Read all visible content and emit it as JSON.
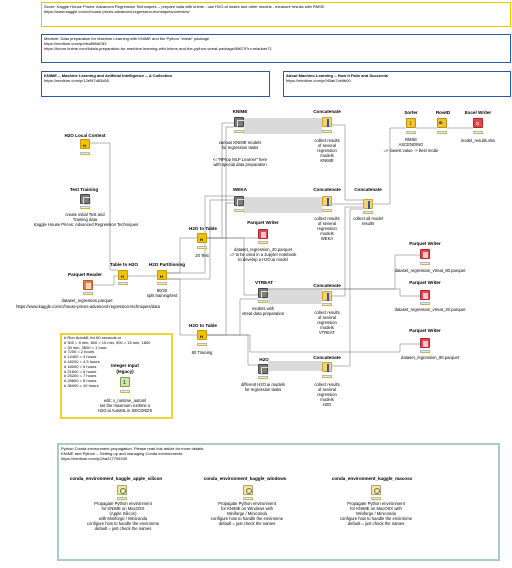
{
  "annotations": {
    "score": {
      "line1": "Score: Kaggle House Prices: Advanced Regression Techniques   -- prepare data with knime - use H2O.ai nodes and other models - measure results with RMSE",
      "line2": "https://www.kaggle.com/c/house-prices-advanced-regression-techniques/overview"
    },
    "medium": {
      "line1": "Medium: Data preparation for Machine Learning with KNIME and the Python \"vtreat\" package",
      "line2": "https://medium.com/p/efcaf58fa783",
      "line3": "https://forum.knime.com/t/data-preparation-for-machine-learning-with-knime-and-the-python-vtreat-package/58679?u=mlauber71"
    },
    "collection": {
      "line1": "KNIME -- Machine Learning and Artificial Intelligence -- A Collection",
      "line2": "https://medium.com/p/12e0f7d83d50"
    },
    "about": {
      "line1": "About Machine-Learning -- How it Fails and Succeeds",
      "line2": "https://medium.com/p/9f3ab7cb9b00"
    },
    "automl": {
      "lines": [
        "# Run AutoML for 60 seconds or",
        "# 300 = 5 min, 600 = 10 min, 900 = 15 min, 1800",
        "= 30 min, 3600 = 1 hour,",
        "# 7200 = 2 hours",
        "# 14400 = 4 hours",
        "# 18200 = 4.5 hours",
        "# 18000 = 5 hours",
        "# 21600 = 6 hours",
        "# 25200 = 7 hours",
        "# 28800 = 8 hours",
        "# 36000 = 10 hours"
      ]
    },
    "conda": {
      "line1": "Python Conda environment propagation. Please read this article for more details:",
      "line2": "KNIME and Python -- Setting up and managing Conda environments",
      "line3": "https://medium.com/p/2ba217799339"
    }
  },
  "nodes": {
    "h2o_local": {
      "title": "H2O Local Context"
    },
    "test_training": {
      "title": "Test Training",
      "label1": "create initial Test and",
      "label2": "Training data",
      "label3": "Kaggle House Prices: Advanced Regression Techniques"
    },
    "parquet_reader": {
      "title": "Parquet Reader",
      "label1": "dataset_regression.parquet",
      "label2": "https://www.kaggle.com/c/house-prices-advanced-regression-techniques/data"
    },
    "table_to_h2o": {
      "title": "Table to H2O"
    },
    "h2o_partitioning": {
      "title": "H2O Partitioning",
      "label1": "80/20",
      "label2": "split training/test"
    },
    "knime": {
      "title": "KNIME",
      "label1": "various KNIME models",
      "label2": "for regression tasks",
      "label3": "<=\"RProp MLP Learner\" here",
      "label4": "with special data preparation"
    },
    "weka": {
      "title": "WEKA"
    },
    "parquet_writer_mid": {
      "title": "Parquet Writer",
      "label1": "dataset_regression_20.parquet",
      "label2": "=> to be used in a Jupyter notebook",
      "label3": "to develop a H2O.ai model"
    },
    "h2o_to_table_1": {
      "title": "H2O to Table",
      "label1": "20 Test"
    },
    "h2o_to_table_2": {
      "title": "H2O to Table",
      "label1": "80 Training"
    },
    "vtreat": {
      "title": "VTREAT",
      "label1": "models with",
      "label2": "vtreat data preparation"
    },
    "h2o": {
      "title": "H2O",
      "label1": "different H2O.ai models",
      "label2": "for regression tasks"
    },
    "integer_input": {
      "title": "Integer Input",
      "title2": "(legacy)",
      "label1": "edit: v_runtime_automl",
      "label2": "set the maximum runtime o",
      "label3": "H2O.ai AutoML in SECONDS"
    },
    "concat_knime": {
      "title": "Concatenate",
      "label": [
        "collect results",
        "of several",
        "regression",
        "models",
        "KNIME"
      ]
    },
    "concat_weka": {
      "title": "Concatenate",
      "label": [
        "collect results",
        "of several",
        "regression",
        "models",
        "WEKA"
      ]
    },
    "concat_all": {
      "title": "Concatenate",
      "label": [
        "collect all model",
        "results"
      ]
    },
    "concat_vtreat": {
      "title": "Concatenate",
      "label": [
        "collect results",
        "of several",
        "regression",
        "models",
        "VTREAT"
      ]
    },
    "concat_h2o": {
      "title": "Concatenate",
      "label": [
        "collect results",
        "of several",
        "regression",
        "models",
        "H2O"
      ]
    },
    "sorter": {
      "title": "Sorter",
      "label1": "RMSE",
      "label2": "ASCENDING",
      "label3": "=> lowest value -> best mode"
    },
    "rowid": {
      "title": "RowID"
    },
    "excel_writer": {
      "title": "Excel Writer",
      "label1": "model_results.xlsx"
    },
    "pw_vtreat_80": {
      "title": "Parquet Writer",
      "label1": "dataset_regression_vtreat_80.parquet"
    },
    "pw_vtreat_20": {
      "title": "Parquet Writer",
      "label1": "dataset_regression_vtreat_20.parquet"
    },
    "pw_80": {
      "title": "Parquet Writer",
      "label1": "dataset_regression_80.parquet"
    },
    "conda_apple": {
      "title": "conda_environment_kaggle_apple_silicon",
      "label": [
        "Propagate Python environment",
        "for KNIME on MacOSX",
        "(Apple Silicon)",
        "with Miniforge / Miniconda",
        "configure how to handle the environme",
        "default = just check the names"
      ]
    },
    "conda_windows": {
      "title": "conda_environment_kaggle_windows",
      "label": [
        "Propagate Python environment",
        "for KNIME on Windows with",
        "Miniforge / Miniconda",
        "configure how to handle the environme",
        "default = just check the names"
      ]
    },
    "conda_macosx": {
      "title": "conda_environment_kaggle_macosx",
      "label": [
        "Propagate Python environment",
        "for KNIME on MacOSX with",
        "Miniforge / Miniconda",
        "configure how to handle the environme",
        "default = just check the names"
      ]
    }
  },
  "colors": {
    "score_border": "#e8c800",
    "medium_border": "#2e57a8",
    "collection_border": "#2e57a8",
    "automl_border": "#f2d22c",
    "conda_border": "#a9c9cf",
    "wire": "#6a6a6a",
    "metanode": "#7c7c7c",
    "h2o_yellow": "#f2c200",
    "parquet_reader": "#f07d32",
    "concatenate": "#f7d36b",
    "writer": "#e4474b",
    "sorter": "#f1c232",
    "excel": "#e4474b"
  }
}
